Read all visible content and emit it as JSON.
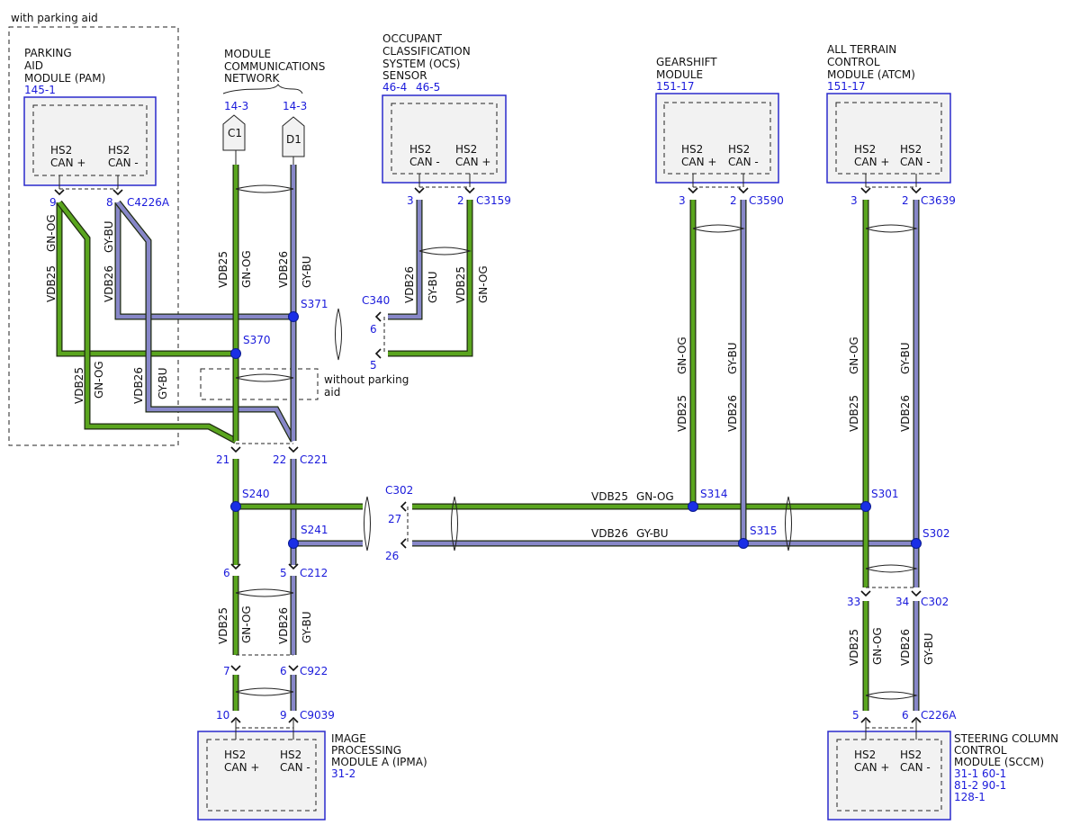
{
  "section_label": "with parking aid",
  "no_pam_label_1": "without parking",
  "no_pam_label_2": "aid",
  "modules": {
    "pam": {
      "lines": [
        "PARKING",
        "AID",
        "MODULE (PAM)"
      ],
      "ref": "145-1",
      "pins": [
        "HS2",
        "CAN +",
        "HS2",
        "CAN -"
      ]
    },
    "mcn": {
      "lines": [
        "MODULE",
        "COMMUNICATIONS",
        "NETWORK"
      ],
      "ref_c": "14-3",
      "ref_d": "14-3",
      "tag_c": "C1",
      "tag_d": "D1"
    },
    "ocs": {
      "lines": [
        "OCCUPANT",
        "CLASSIFICATION",
        "SYSTEM (OCS)",
        "SENSOR"
      ],
      "ref1": "46-4",
      "ref2": "46-5",
      "pins": [
        "HS2",
        "CAN -",
        "HS2",
        "CAN +"
      ]
    },
    "gsm": {
      "lines": [
        "GEARSHIFT",
        "MODULE"
      ],
      "ref": "151-17",
      "pins": [
        "HS2",
        "CAN +",
        "HS2",
        "CAN -"
      ]
    },
    "atcm": {
      "lines": [
        "ALL TERRAIN",
        "CONTROL",
        "MODULE (ATCM)"
      ],
      "ref": "151-17",
      "pins": [
        "HS2",
        "CAN +",
        "HS2",
        "CAN -"
      ]
    },
    "ipma": {
      "lines": [
        "IMAGE",
        "PROCESSING",
        "MODULE A (IPMA)"
      ],
      "ref": "31-2",
      "pins": [
        "HS2",
        "CAN +",
        "HS2",
        "CAN -"
      ]
    },
    "sccm": {
      "lines": [
        "STEERING COLUMN",
        "CONTROL",
        "MODULE (SCCM)"
      ],
      "refs": [
        "31-1   60-1",
        "81-2   90-1",
        "128-1"
      ],
      "pins": [
        "HS2",
        "CAN +",
        "HS2",
        "CAN -"
      ]
    }
  },
  "wires": {
    "vdb25": "VDB25",
    "vdb26": "VDB26",
    "gnog": "GN-OG",
    "gybu": "GY-BU"
  },
  "connectors": {
    "c4226a": "C4226A",
    "c4226a_p1": "9",
    "c4226a_p2": "8",
    "c3159": "C3159",
    "c3159_p1": "3",
    "c3159_p2": "2",
    "c3590": "C3590",
    "c3590_p1": "3",
    "c3590_p2": "2",
    "c3639": "C3639",
    "c3639_p1": "3",
    "c3639_p2": "2",
    "c340": "C340",
    "c340_p1": "6",
    "c340_p2": "5",
    "c221": "C221",
    "c221_p1": "21",
    "c221_p2": "22",
    "c302a": "C302",
    "c302a_p1": "27",
    "c302a_p2": "26",
    "c302b": "C302",
    "c302b_p1": "33",
    "c302b_p2": "34",
    "c212": "C212",
    "c212_p1": "6",
    "c212_p2": "5",
    "c922": "C922",
    "c922_p1": "7",
    "c922_p2": "6",
    "c9039": "C9039",
    "c9039_p1": "10",
    "c9039_p2": "9",
    "c226a": "C226A",
    "c226a_p1": "5",
    "c226a_p2": "6"
  },
  "splices": {
    "s371": "S371",
    "s370": "S370",
    "s240": "S240",
    "s241": "S241",
    "s314": "S314",
    "s315": "S315",
    "s301": "S301",
    "s302": "S302"
  },
  "colors": {
    "green": "#5aa51e",
    "blue": "#8787c8",
    "splice": "#1a2ee6",
    "label_blue": "#1a1adb"
  }
}
